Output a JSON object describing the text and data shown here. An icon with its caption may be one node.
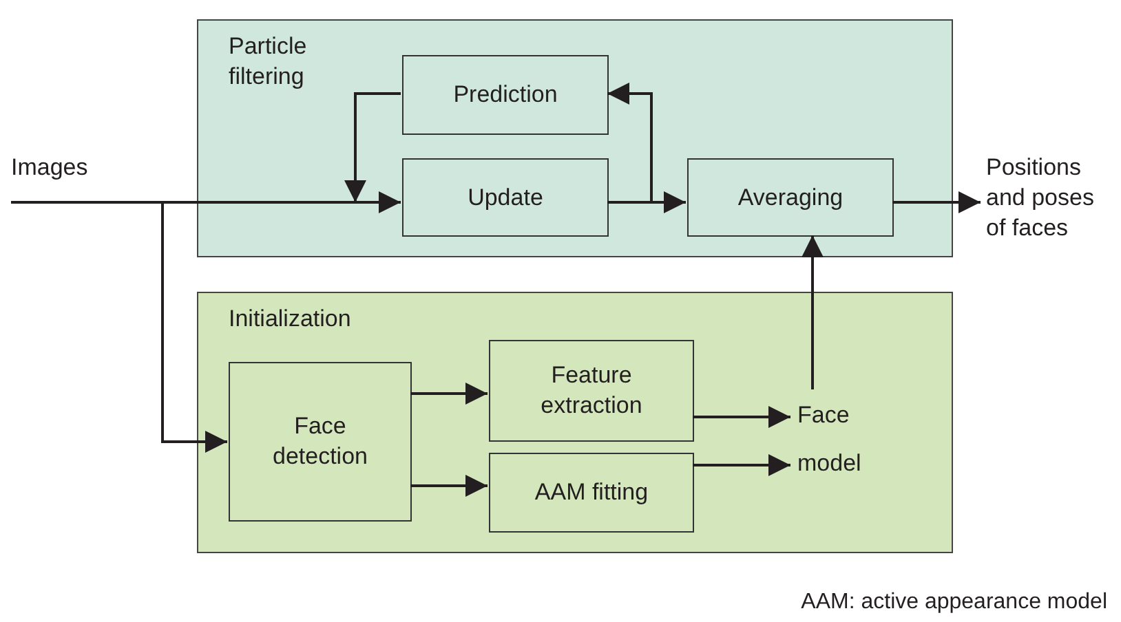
{
  "diagram": {
    "nodes": [
      {
        "text": [
          "Particle filtering"
        ]
      },
      {
        "text": [
          "Prediction"
        ],
        "in": 0
      },
      {
        "text": [
          "Update"
        ],
        "in": 0
      },
      {
        "text": [
          "Averaging"
        ],
        "in": 0
      },
      {
        "text": [
          "Initialization"
        ]
      },
      {
        "text": [
          "Face detection"
        ],
        "in": 4
      },
      {
        "text": [
          "Feature extraction"
        ],
        "in": 4
      },
      {
        "text": [
          "AAM fitting"
        ],
        "in": 4
      },
      {
        "text": [
          "Face model"
        ],
        "in": 4
      },
      {
        "text": [
          "Images"
        ]
      },
      {
        "text": [
          "Positions and poses of faces"
        ]
      }
    ],
    "edges": [
      {
        "from": 9,
        "to": 2,
        "arrow": "to"
      },
      {
        "from": 9,
        "to": 5,
        "arrow": "to"
      },
      {
        "from": 1,
        "to": 2,
        "arrow": "to"
      },
      {
        "from": 2,
        "to": 3,
        "arrow": "to"
      },
      {
        "from": 2,
        "to": 1,
        "arrow": "to"
      },
      {
        "from": 3,
        "to": 10,
        "arrow": "to"
      },
      {
        "from": 8,
        "to": 3,
        "arrow": "to"
      },
      {
        "from": 5,
        "to": 6,
        "arrow": "to"
      },
      {
        "from": 5,
        "to": 7,
        "arrow": "to"
      },
      {
        "from": 6,
        "to": 8,
        "arrow": "to"
      },
      {
        "from": 7,
        "to": 8,
        "arrow": "to"
      }
    ],
    "labels": [
      "AAM: active appearance model"
    ]
  }
}
